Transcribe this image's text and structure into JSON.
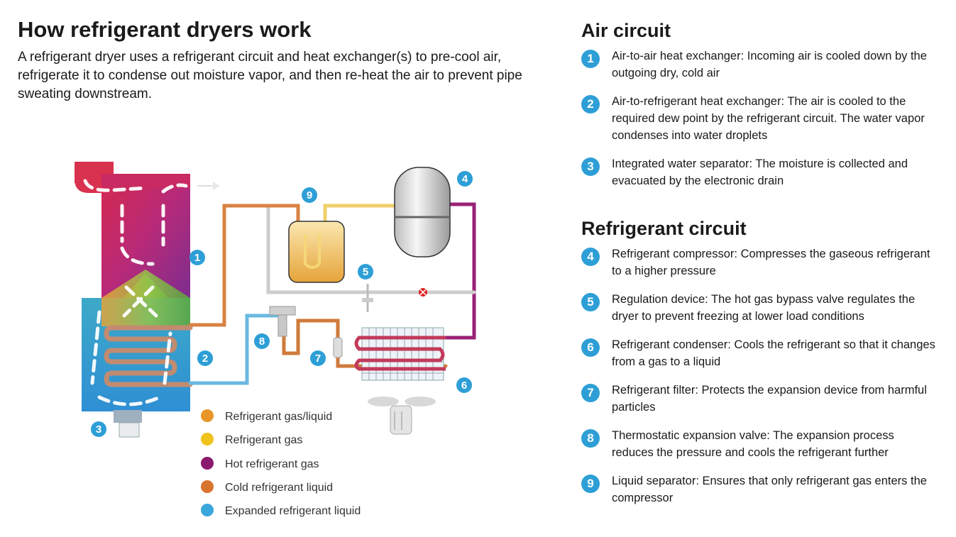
{
  "title": "How refrigerant dryers work",
  "intro": "A refrigerant dryer uses a refrigerant circuit and heat exchanger(s) to pre-cool air, refrigerate it to condense out moisture vapor, and then re-heat the air to prevent pipe sweating downstream.",
  "diagram": {
    "badges": [
      "1",
      "2",
      "3",
      "4",
      "5",
      "6",
      "7",
      "8",
      "9"
    ]
  },
  "legend": [
    {
      "label": "Refrigerant gas/liquid",
      "color": "#e8962a"
    },
    {
      "label": "Refrigerant gas",
      "color": "#f0c21e"
    },
    {
      "label": "Hot refrigerant gas",
      "color": "#8a1a6e"
    },
    {
      "label": "Cold refrigerant liquid",
      "color": "#d9742e"
    },
    {
      "label": "Expanded refrigerant liquid",
      "color": "#3aa7dc"
    }
  ],
  "air_circuit": {
    "title": "Air circuit",
    "items": [
      {
        "num": "1",
        "text": "Air-to-air heat exchanger: Incoming air is cooled down by the outgoing dry, cold air"
      },
      {
        "num": "2",
        "text": "Air-to-refrigerant heat exchanger: The air is cooled to the required dew point by the refrigerant circuit. The water vapor condenses into water droplets"
      },
      {
        "num": "3",
        "text": "Integrated water separator: The moisture is collected and evacuated by the electronic drain"
      }
    ]
  },
  "refrigerant_circuit": {
    "title": "Refrigerant circuit",
    "items": [
      {
        "num": "4",
        "text": "Refrigerant compressor: Compresses the gaseous refrigerant to a higher pressure"
      },
      {
        "num": "5",
        "text": "Regulation device: The hot gas bypass valve regulates the dryer to prevent freezing at lower load conditions"
      },
      {
        "num": "6",
        "text": "Refrigerant condenser: Cools the refrigerant so that it changes from a gas to a liquid"
      },
      {
        "num": "7",
        "text": "Refrigerant filter: Protects the expansion device from harmful particles"
      },
      {
        "num": "8",
        "text": "Thermostatic expansion valve: The expansion process reduces the pressure and cools the refrigerant further"
      },
      {
        "num": "9",
        "text": "Liquid separator: Ensures that only refrigerant gas enters the compressor"
      }
    ]
  }
}
